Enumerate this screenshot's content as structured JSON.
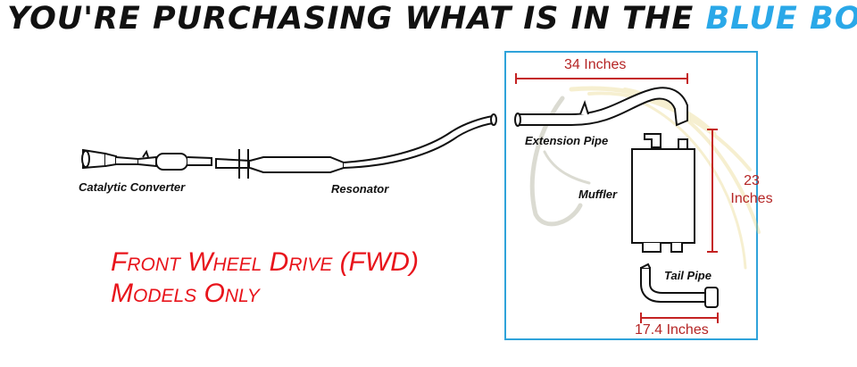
{
  "headline": {
    "prefix": "YOU'RE PURCHASING WHAT IS IN THE",
    "highlight": "BLUE BOX"
  },
  "labels": {
    "catalytic_converter": "Catalytic Converter",
    "resonator": "Resonator",
    "extension_pipe": "Extension Pipe",
    "muffler": "Muffler",
    "tail_pipe": "Tail Pipe"
  },
  "dimensions": {
    "width_top": "34 Inches",
    "height_num": "23",
    "height_unit": "Inches",
    "width_bottom": "17.4 Inches"
  },
  "notice": {
    "line1": "Front Wheel Drive (FWD)",
    "line2": "Models Only"
  },
  "colors": {
    "highlight": "#2aa8e8",
    "notice": "#e8141b",
    "dimension": "#b52525",
    "box_border": "#2fa3da"
  }
}
